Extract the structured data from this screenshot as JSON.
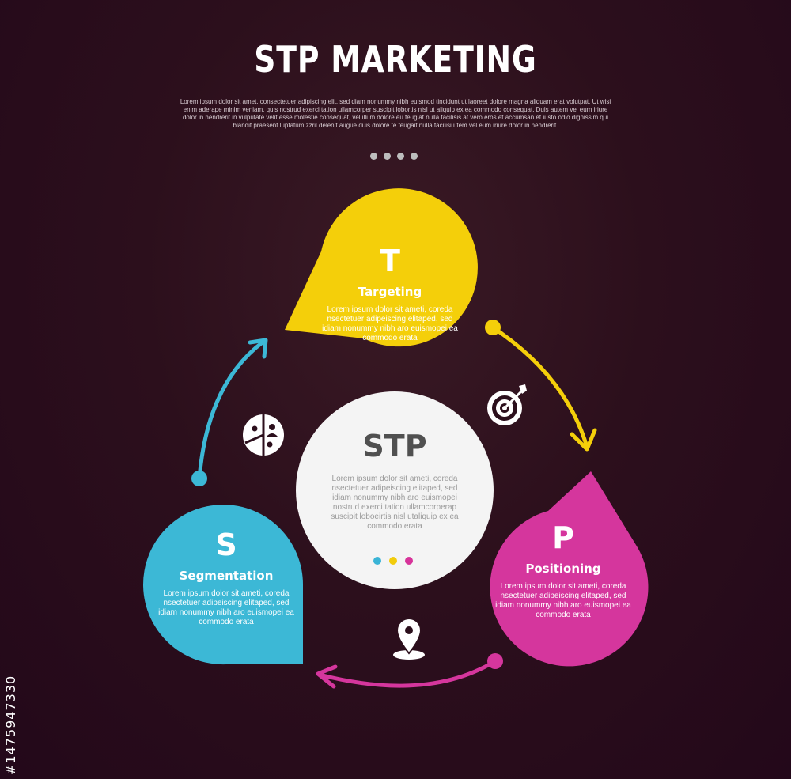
{
  "title": "STP MARKETING",
  "intro": "Lorem ipsum dolor sit amet, consectetuer adipiscing elit, sed diam nonummy nibh euismod tincidunt ut laoreet dolore magna aliquam erat volutpat. Ut wisi enim aderape minim veniam, quis nostrud exerci tation ullamcorper suscipit lobortis nisl ut aliquip ex ea commodo consequat. Duis autem vel eum iriure dolor in hendrerit in vulputate velit esse molestie consequat, vel illum dolore eu feugiat nulla facilisis at vero eros et accumsan et iusto odio dignissim qui blandit praesent luptatum zzril delenit augue duis dolore te feugait nulla facilisi utem vel eum iriure dolor in hendrerit.",
  "center": {
    "title": "STP",
    "body": "Lorem ipsum dolor sit ameti, coreda nsectetuer adipeiscing elitaped, sed idiam nonummy nibh aro euismopei nostrud exerci tation ullamcorperap suscipit loboeirtis nisl utaliquip ex ea commodo erata",
    "dot_colors": [
      "#3ab4d6",
      "#f2cc0c",
      "#d7339a"
    ]
  },
  "segments": [
    {
      "letter": "T",
      "label": "Targeting",
      "body": "Lorem ipsum dolor sit ameti, coreda nsectetuer adipeiscing elitaped, sed idiam nonummy nibh aro euismopei ea commodo erata",
      "color": "#f4cf0a",
      "icon": "target-icon"
    },
    {
      "letter": "P",
      "label": "Positioning",
      "body": "Lorem ipsum dolor sit ameti, coreda nsectetuer adipeiscing elitaped, sed idiam nonummy nibh aro euismopei ea commodo erata",
      "color": "#d5369d",
      "icon": "location-pin-icon"
    },
    {
      "letter": "S",
      "label": "Segmentation",
      "body": "Lorem ipsum dolor sit ameti, coreda nsectetuer adipeiscing elitaped, sed idiam nonummy nibh aro euismopei ea commodo erata",
      "color": "#3cb8d6",
      "icon": "pie-chart-users-icon"
    }
  ],
  "watermark": "#1475947330",
  "colors": {
    "background": "#2c0f1c",
    "center_circle": "#f4f4f4",
    "text_light": "#ffffff"
  }
}
